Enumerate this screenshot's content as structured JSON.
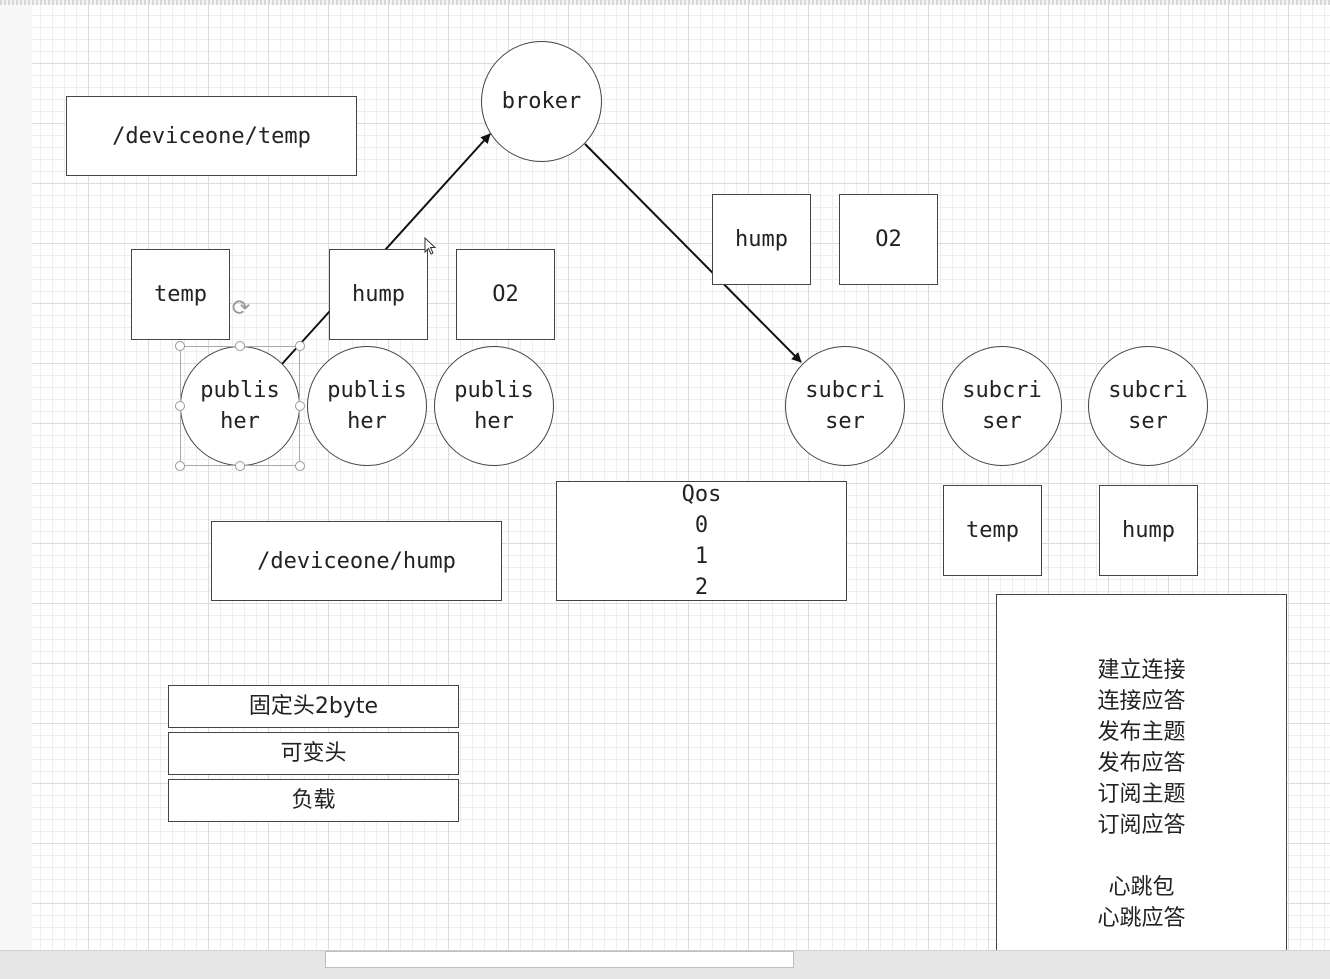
{
  "nodes": {
    "broker": "broker",
    "topic_temp_path": "/deviceone/temp",
    "topic_hump_path": "/deviceone/hump",
    "pub_msg_temp": "temp",
    "pub_msg_hump": "hump",
    "pub_msg_o2": "O2",
    "publisher_1": [
      "publis",
      "her"
    ],
    "publisher_2": [
      "publis",
      "her"
    ],
    "publisher_3": [
      "publis",
      "her"
    ],
    "sub_msg_hump": "hump",
    "sub_msg_o2": "O2",
    "subscriber_1": [
      "subcri",
      "ser"
    ],
    "subscriber_2": [
      "subcri",
      "ser"
    ],
    "subscriber_3": [
      "subcri",
      "ser"
    ],
    "sub_topic_temp": "temp",
    "sub_topic_hump": "hump",
    "qos": [
      "Qos",
      "0",
      "1",
      "2"
    ],
    "packet_fixed_header": "固定头2byte",
    "packet_variable_header": "可变头",
    "packet_payload": "负载",
    "message_types": [
      "建立连接",
      "连接应答",
      "发布主题",
      "发布应答",
      "订阅主题",
      "订阅应答",
      "",
      "心跳包",
      "心跳应答"
    ]
  },
  "edges": [
    {
      "from": "publisher_1",
      "to": "broker"
    },
    {
      "from": "broker",
      "to": "subscriber_1"
    }
  ],
  "colors": {
    "stroke": "#444444",
    "arrow": "#111111",
    "grid": "#dcdcdc",
    "selection": "#999999"
  }
}
